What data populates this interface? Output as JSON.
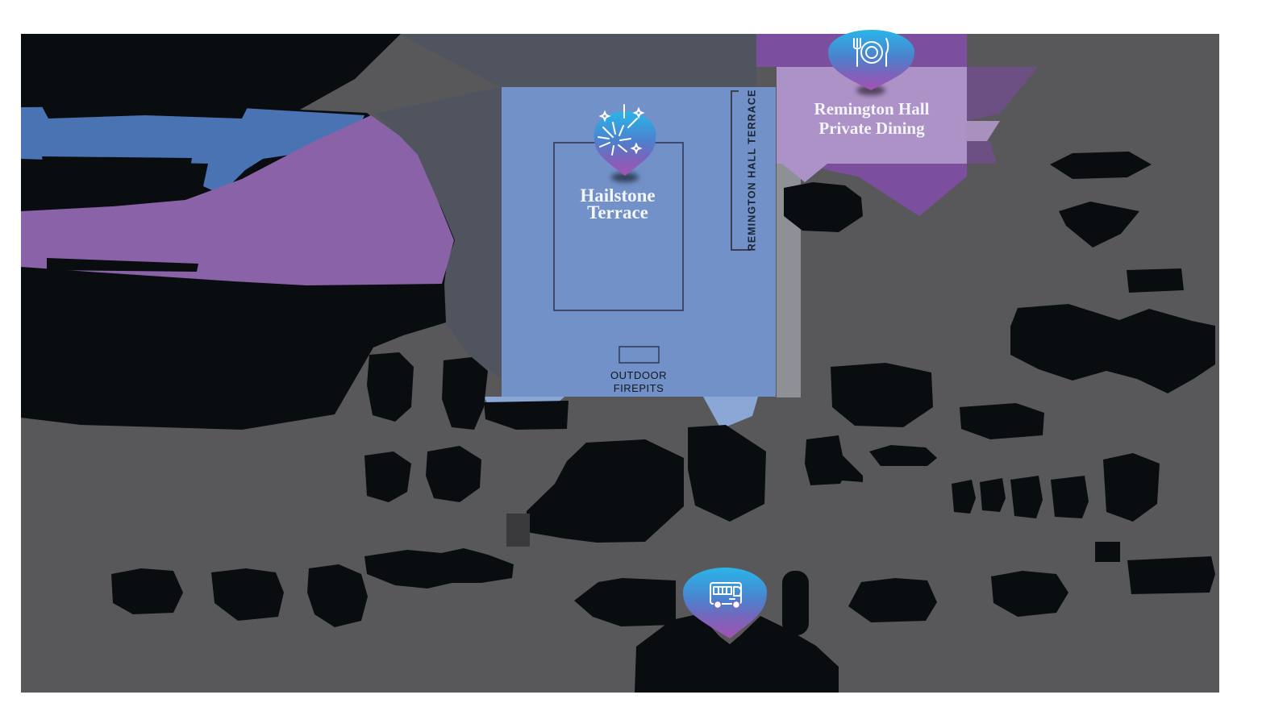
{
  "page": {
    "background_color": "#ffffff"
  },
  "map": {
    "ground_color": "#58585b",
    "shadow_region_color": "#4f545e",
    "redaction_color": "#0a0d10",
    "light_path_color": "#8e9095",
    "pin_gradient": [
      "#2ab5e9",
      "#4b82cd",
      "#7a64bc",
      "#a452b2"
    ],
    "venues": {
      "hailstone_terrace": {
        "label_line1": "Hailstone",
        "label_line2": "Terrace",
        "area_color": "#7191c8",
        "route_color": "#4a73b4",
        "pin_icon": "fireworks-icon"
      },
      "remington_private_dining": {
        "label_line1": "Remington Hall",
        "label_line2": "Private Dining",
        "area_color": "#7b4f9e",
        "label_box_color": "#ad92c8",
        "route_color": "#8a62a8",
        "pin_icon": "dining-icon"
      }
    },
    "annotations": {
      "outdoor_firepits_line1": "OUTDOOR",
      "outdoor_firepits_line2": "FIREPITS",
      "remington_hall_terrace_strip": "REMINGTON HALL TERRACE"
    },
    "pins": [
      {
        "icon": "fireworks-icon",
        "at_area": "Hailstone Terrace"
      },
      {
        "icon": "dining-icon",
        "at_area": "Remington Hall Private Dining"
      },
      {
        "icon": "bus-icon",
        "at_area": ""
      }
    ]
  }
}
